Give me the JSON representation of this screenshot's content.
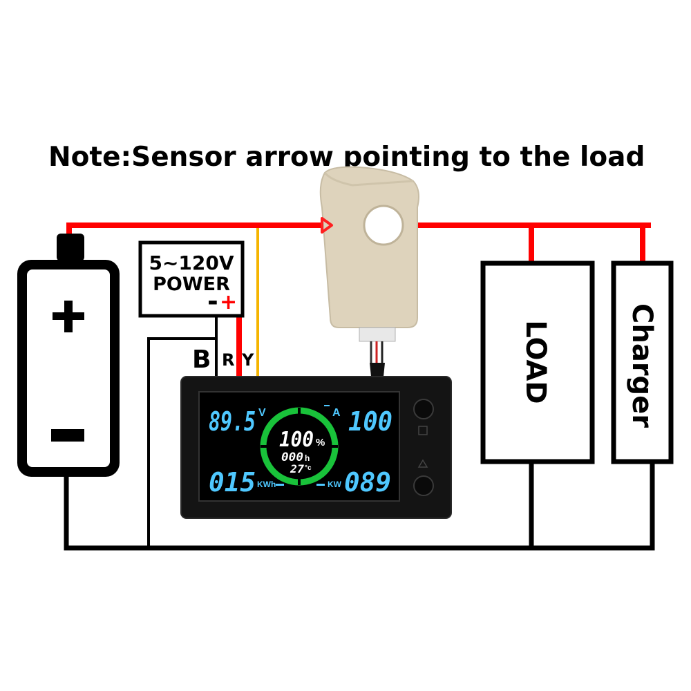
{
  "note": "Note:Sensor arrow pointing to the load",
  "power_box": {
    "line1": "5~120V",
    "line2": "POWER",
    "minus": "-",
    "plus": "+"
  },
  "wire_labels": {
    "black": "B",
    "red": "R",
    "yellow": "Y"
  },
  "battery": {
    "plus": "+",
    "minus": "-"
  },
  "load_label": "LOAD",
  "charger_label": "Charger",
  "meter": {
    "voltage": "89.5",
    "voltage_unit": "V",
    "current": "100",
    "current_unit": "A",
    "percent": "100",
    "percent_unit": "%",
    "time": "000",
    "time_unit": "h",
    "temperature": "27",
    "temperature_unit": "°c",
    "energy": "015",
    "energy_unit": "KWh",
    "power": "089",
    "power_unit": "KW"
  },
  "colors": {
    "wire_red": "#ff0000",
    "wire_yellow": "#f5b400",
    "wire_black": "#000000",
    "lcd_cyan": "#4fc8ff",
    "lcd_green": "#19c23a",
    "sensor_body": "#ded3bc"
  }
}
